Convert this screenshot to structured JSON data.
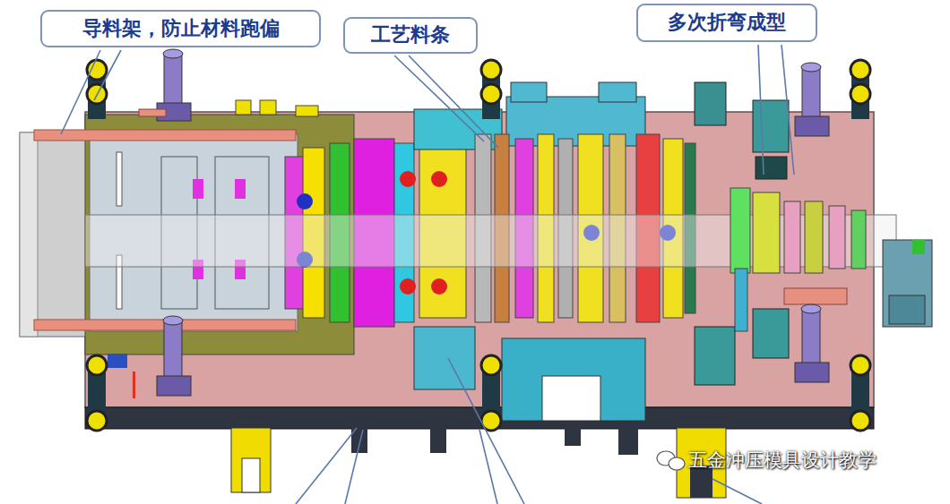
{
  "diagram": {
    "nodes": [
      {
        "text": [
          "导料架，防止材料跑偏"
        ]
      },
      {
        "text": [
          "工艺料条"
        ]
      },
      {
        "text": [
          "多次折弯成型"
        ]
      }
    ],
    "labels": [
      "五金冲压模具设计教学"
    ]
  }
}
